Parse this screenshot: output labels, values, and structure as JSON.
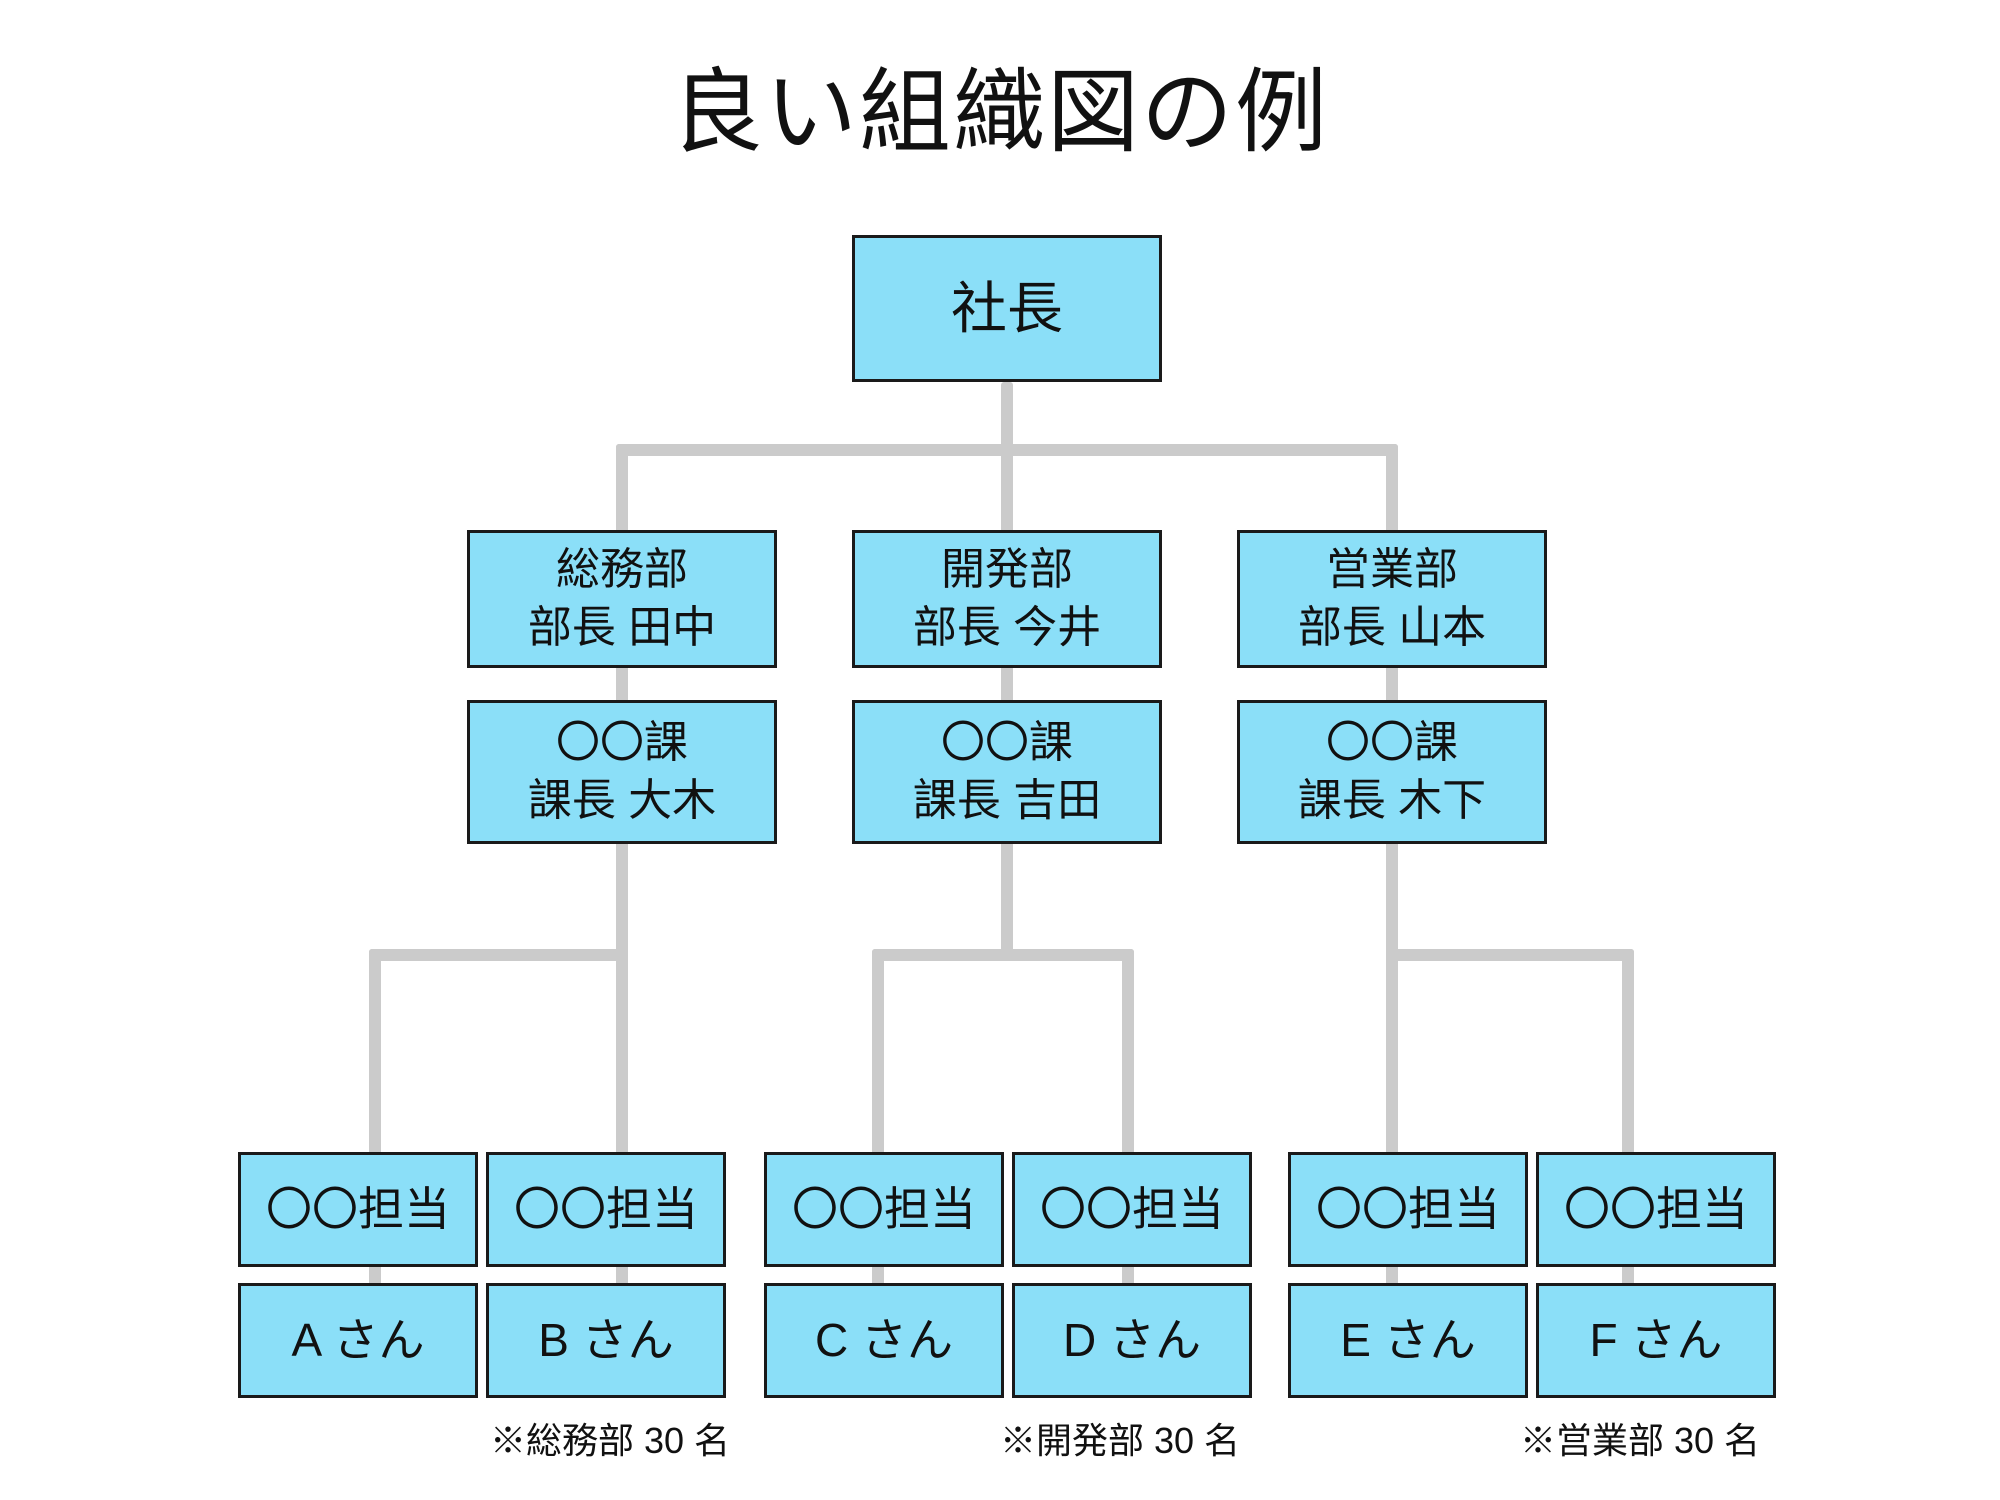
{
  "title": "良い組織図の例",
  "colors": {
    "box_fill": "#8bdff8",
    "box_border": "#1a1a1a",
    "connector": "#cbcbcb",
    "text": "#111111",
    "background": "#ffffff"
  },
  "org": {
    "president": {
      "label": "社長"
    },
    "departments": [
      {
        "line1": "総務部",
        "line2": "部長 田中"
      },
      {
        "line1": "開発部",
        "line2": "部長 今井"
      },
      {
        "line1": "営業部",
        "line2": "部長 山本"
      }
    ],
    "sections": [
      {
        "line1": "〇〇課",
        "line2": "課長 大木"
      },
      {
        "line1": "〇〇課",
        "line2": "課長 吉田"
      },
      {
        "line1": "〇〇課",
        "line2": "課長 木下"
      }
    ],
    "roles": [
      {
        "duty": "〇〇担当",
        "person": "A さん"
      },
      {
        "duty": "〇〇担当",
        "person": "B さん"
      },
      {
        "duty": "〇〇担当",
        "person": "C さん"
      },
      {
        "duty": "〇〇担当",
        "person": "D さん"
      },
      {
        "duty": "〇〇担当",
        "person": "E さん"
      },
      {
        "duty": "〇〇担当",
        "person": "F さん"
      }
    ]
  },
  "footnotes": [
    "※総務部 30 名",
    "※開発部 30 名",
    "※営業部 30 名"
  ]
}
